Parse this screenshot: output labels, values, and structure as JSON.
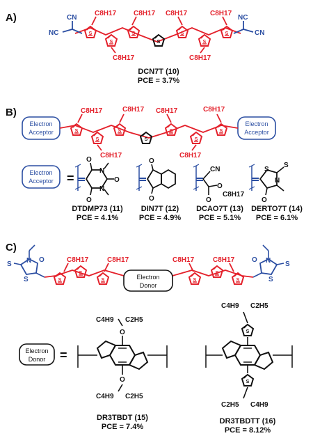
{
  "colors": {
    "donor": "#e4212b",
    "acceptor": "#2b4ea2",
    "ink": "#111111"
  },
  "sections": {
    "A": {
      "letter": "A)",
      "alkyl": "C8H17",
      "nc_left": "NC",
      "cn_left": "CN",
      "nc_right": "NC",
      "cn_right": "CN",
      "compound": "DCN7T (10)",
      "pce": "PCE = 3.7%"
    },
    "B": {
      "letter": "B)",
      "alkyl": "C8H17",
      "end_box_line1": "Electron",
      "end_box_line2": "Acceptor",
      "equals": "=",
      "acceptors": [
        {
          "name": "DTDMP73 (11)",
          "pce": "PCE = 4.1%"
        },
        {
          "name": "DIN7T (12)",
          "pce": "PCE = 4.9%"
        },
        {
          "name": "DCAO7T (13)",
          "pce": "PCE = 5.1%"
        },
        {
          "name": "DERTO7T (14)",
          "pce": "PCE = 6.1%"
        }
      ],
      "atoms": {
        "O": "O",
        "N": "N",
        "S": "S",
        "CN": "CN",
        "C8H17": "C8H17"
      }
    },
    "C": {
      "letter": "C)",
      "alkyl": "C8H17",
      "center_box_line1": "Electron",
      "center_box_line2": "Donor",
      "equals": "=",
      "atoms": {
        "O": "O",
        "N": "N",
        "S": "S"
      },
      "chains": {
        "C4H9": "C4H9",
        "C2H5": "C2H5"
      },
      "donors": [
        {
          "name": "DR3TBDT (15)",
          "pce": "PCE = 7.4%"
        },
        {
          "name": "DR3TBDTT (16)",
          "pce": "PCE = 8.12%"
        }
      ]
    }
  }
}
